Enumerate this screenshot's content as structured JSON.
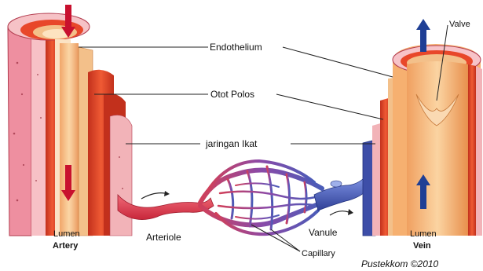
{
  "labels": {
    "endothelium": "Endothelium",
    "otot_polos": "Otot Polos",
    "jaringan_ikat": "jaringan Ikat",
    "valve": "Valve",
    "lumen_artery": "Lumen",
    "artery": "Artery",
    "lumen_vein": "Lumen",
    "vein": "Vein",
    "arteriole": "Arteriole",
    "vanule": "Vanule",
    "capillary": "Capillary",
    "credit": "Pustekkom ©2010"
  },
  "colors": {
    "muscle": "#e8472a",
    "muscle_dark": "#c2301c",
    "connective": "#f2b3b8",
    "connective_outer": "#e98a98",
    "endothelium": "#f3c08a",
    "lumen_wall": "#f6a862",
    "artery_vessel": "#e0394a",
    "vein_vessel": "#3d4ea8",
    "vein_outer": "#5b73c9",
    "capillary_purple": "#8a4aa8",
    "flow_arrow_red": "#c8102e",
    "flow_arrow_blue": "#1f3f95"
  }
}
